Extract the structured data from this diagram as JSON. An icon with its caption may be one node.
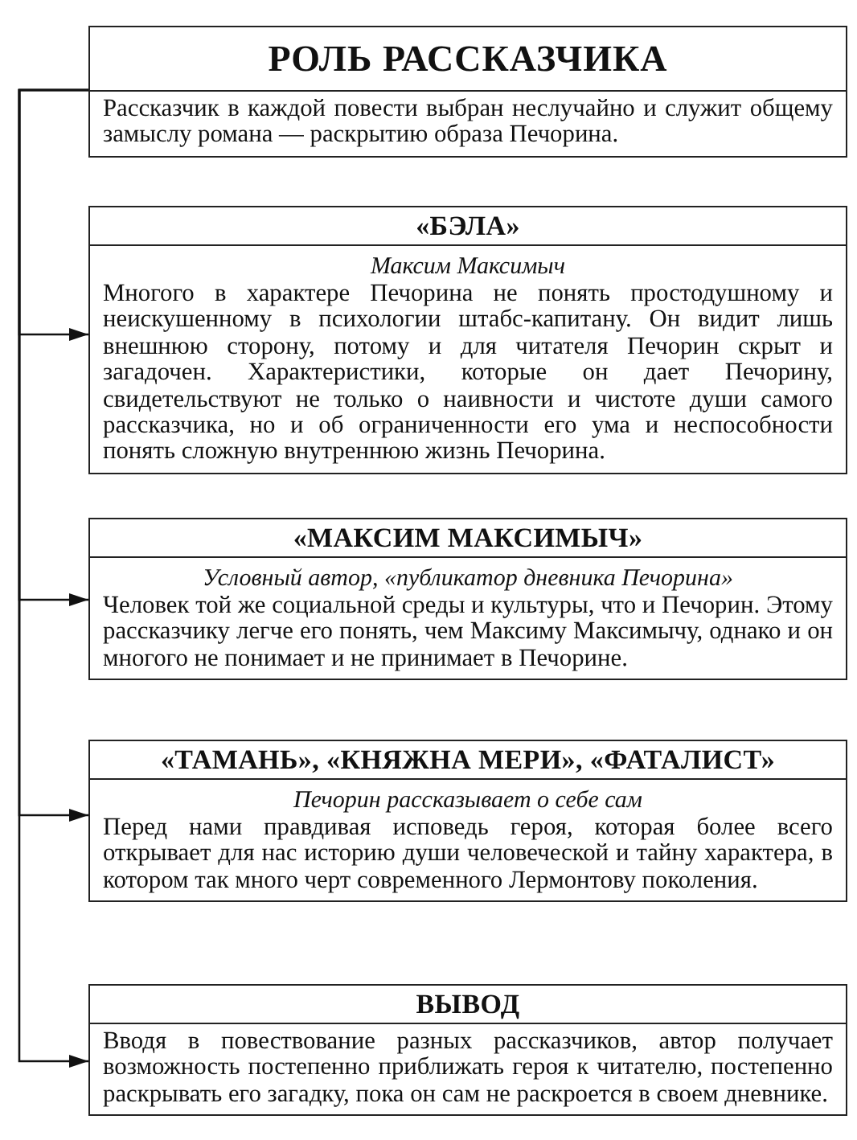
{
  "diagram": {
    "nodes": [
      {
        "text": [
          "РОЛЬ РАССКАЗЧИКА",
          "Рассказчик в каждой повести выбран неслучайно и служит общему замыслу романа — раскрытию образа Печорина."
        ]
      },
      {
        "text": [
          "«БЭЛА»",
          "Максим Максимыч",
          "Многого в характере Печорина не понять простодушному и неискушенному в психологии штабс-капитану. Он видит лишь внешнюю сторону, потому и для читателя Печорин скрыт и загадочен. Характеристики, которые он дает Печорину, свидетельствуют не только о наивности и чистоте души самого рассказчика, но и об ограниченности его ума и неспособности понять сложную внутреннюю жизнь Печорина."
        ]
      },
      {
        "text": [
          "«МАКСИМ МАКСИМЫЧ»",
          "Условный автор, «публикатор дневника Печорина»",
          "Человек той же социальной среды и культуры, что и Печорин. Этому рассказчику легче его понять, чем Максиму Максимычу, однако и он многого не понимает и не принимает в Печорине."
        ]
      },
      {
        "text": [
          "«ТАМАНЬ», «КНЯЖНА МЕРИ», «ФАТАЛИСТ»",
          "Печорин рассказывает о себе сам",
          "Перед нами правдивая исповедь героя, которая более всего открывает для нас историю души человеческой и тайну характера, в котором так много черт современного Лермонтову поколения."
        ]
      },
      {
        "text": [
          "ВЫВОД",
          "Вводя в повествование разных рассказчиков, автор получает возможность постепенно приближать героя к читателю, постепенно раскрывать его загадку, пока он сам не раскроется в своем дневнике."
        ]
      }
    ],
    "edges": [
      {
        "from": 0,
        "to": 1,
        "arrow": "to"
      },
      {
        "from": 0,
        "to": 2,
        "arrow": "to"
      },
      {
        "from": 0,
        "to": 3,
        "arrow": "to"
      },
      {
        "from": 0,
        "to": 4,
        "arrow": "to"
      }
    ]
  }
}
